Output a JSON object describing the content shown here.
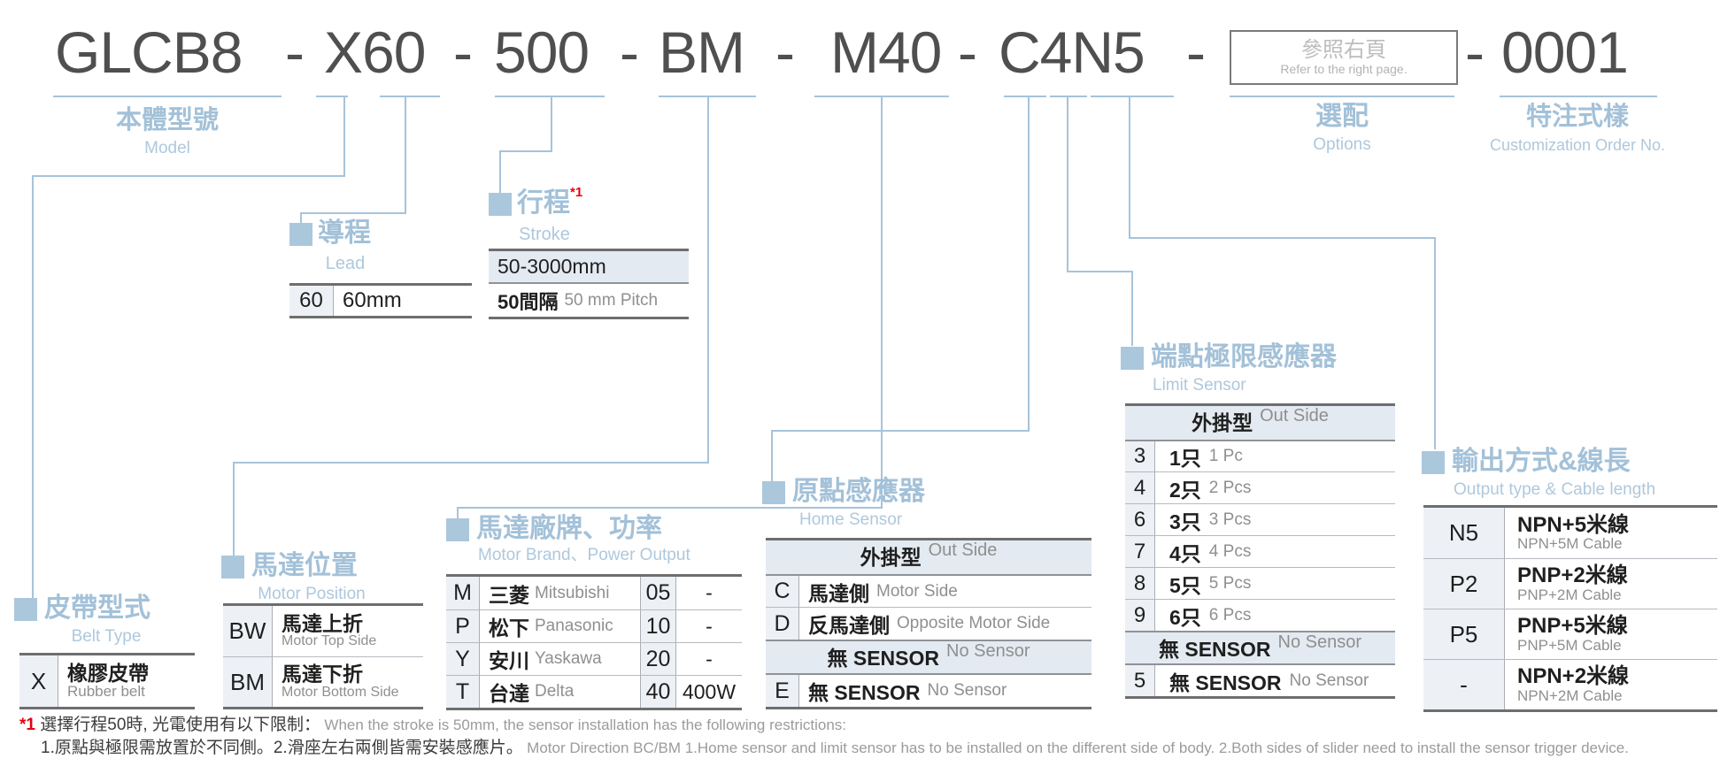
{
  "title": {
    "model_code": "GLCB8",
    "sep": "-",
    "belt_lead": "X60",
    "stroke": "500",
    "motor_position": "BM",
    "motor": "M40",
    "sensor_code": "C4N5",
    "order_no": "0001",
    "options_box": {
      "zh": "參照右頁",
      "en": "Refer to the right page."
    },
    "labels": {
      "model": {
        "zh": "本體型號",
        "en": "Model"
      },
      "options": {
        "zh": "選配",
        "en": "Options"
      },
      "custom": {
        "zh": "特注式樣",
        "en": "Customization Order No."
      }
    }
  },
  "sections": {
    "belt": {
      "zh": "皮帶型式",
      "en": "Belt Type",
      "rows": [
        {
          "code": "X",
          "zh": "橡膠皮帶",
          "en": "Rubber belt"
        }
      ]
    },
    "motor_position": {
      "zh": "馬達位置",
      "en": "Motor Position",
      "rows": [
        {
          "code": "BW",
          "zh": "馬達上折",
          "en": "Motor Top Side"
        },
        {
          "code": "BM",
          "zh": "馬達下折",
          "en": "Motor Bottom Side"
        }
      ]
    },
    "lead": {
      "zh": "導程",
      "en": "Lead",
      "rows": [
        {
          "code": "60",
          "value": "60mm"
        }
      ]
    },
    "stroke": {
      "zh": "行程",
      "en": "Stroke",
      "note": "*1",
      "range": "50-3000mm",
      "pitch_zh": "50間隔",
      "pitch_en": "50 mm Pitch"
    },
    "motor_brand": {
      "zh": "馬達廠牌、功率",
      "en": "Motor Brand、Power Output",
      "rows": [
        {
          "code": "M",
          "zh": "三菱",
          "en": "Mitsubishi",
          "power_code": "05",
          "power": "-"
        },
        {
          "code": "P",
          "zh": "松下",
          "en": "Panasonic",
          "power_code": "10",
          "power": "-"
        },
        {
          "code": "Y",
          "zh": "安川",
          "en": "Yaskawa",
          "power_code": "20",
          "power": "-"
        },
        {
          "code": "T",
          "zh": "台達",
          "en": "Delta",
          "power_code": "40",
          "power": "400W"
        }
      ]
    },
    "home_sensor": {
      "zh": "原點感應器",
      "en": "Home Sensor",
      "group_out": {
        "zh": "外掛型",
        "en": "Out Side"
      },
      "rows": [
        {
          "code": "C",
          "zh": "馬達側",
          "en": "Motor Side"
        },
        {
          "code": "D",
          "zh": "反馬達側",
          "en": "Opposite Motor Side"
        }
      ],
      "group_none": {
        "zh": "無 SENSOR",
        "en": "No Sensor"
      },
      "none_row": {
        "code": "E",
        "zh": "無 SENSOR",
        "en": "No Sensor"
      }
    },
    "limit_sensor": {
      "zh": "端點極限感應器",
      "en": "Limit Sensor",
      "group_out": {
        "zh": "外掛型",
        "en": "Out Side"
      },
      "rows": [
        {
          "code": "3",
          "zh": "1只",
          "en": "1 Pc"
        },
        {
          "code": "4",
          "zh": "2只",
          "en": "2 Pcs"
        },
        {
          "code": "6",
          "zh": "3只",
          "en": "3 Pcs"
        },
        {
          "code": "7",
          "zh": "4只",
          "en": "4 Pcs"
        },
        {
          "code": "8",
          "zh": "5只",
          "en": "5 Pcs"
        },
        {
          "code": "9",
          "zh": "6只",
          "en": "6 Pcs"
        }
      ],
      "group_none": {
        "zh": "無 SENSOR",
        "en": "No Sensor"
      },
      "none_row": {
        "code": "5",
        "zh": "無 SENSOR",
        "en": "No Sensor"
      }
    },
    "output": {
      "zh": "輸出方式&線長",
      "en": "Output type & Cable length",
      "rows": [
        {
          "code": "N5",
          "zh": "NPN+5米線",
          "en": "NPN+5M Cable"
        },
        {
          "code": "P2",
          "zh": "PNP+2米線",
          "en": "PNP+2M Cable"
        },
        {
          "code": "P5",
          "zh": "PNP+5米線",
          "en": "PNP+5M Cable"
        },
        {
          "code": "-",
          "zh": "NPN+2米線",
          "en": "NPN+2M Cable"
        }
      ]
    }
  },
  "footnote": {
    "ref": "*1",
    "line1_zh": " 選擇行程50時, 光電使用有以下限制：",
    "line1_en": "When the stroke is 50mm, the sensor installation has  the following restrictions:",
    "line2_zh": "1.原點與極限需放置於不同側。2.滑座左右兩側皆需安裝感應片。",
    "line2_en": "Motor Direction BC/BM 1.Home sensor and limit sensor has to be installed on the different side of body.  2.Both sides of slider need to install the sensor trigger device."
  },
  "colors": {
    "accent": "#a7c3da",
    "title_text": "#4f4f4f",
    "table_text": "#1f1f1f",
    "muted_text": "#8f8f8f",
    "shade_bg": "#e4eaf1",
    "code_bg": "#edf1f6",
    "border_dark": "#6e6e6e",
    "note_red": "#e60012"
  }
}
